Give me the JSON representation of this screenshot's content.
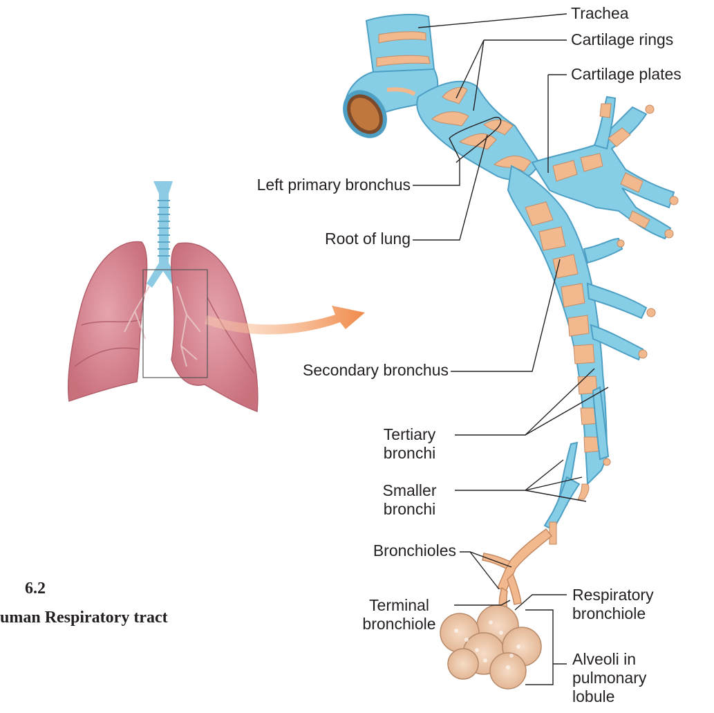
{
  "figure": {
    "number": "6.2",
    "caption": "uman Respiratory tract"
  },
  "labels": {
    "trachea": "Trachea",
    "cartilage_rings": "Cartilage rings",
    "cartilage_plates": "Cartilage plates",
    "left_primary_bronchus": "Left primary bronchus",
    "root_of_lung": "Root of lung",
    "secondary_bronchus": "Secondary bronchus",
    "tertiary_bronchi": [
      "Tertiary",
      "bronchi"
    ],
    "smaller_bronchi": [
      "Smaller",
      "bronchi"
    ],
    "bronchioles": "Bronchioles",
    "terminal_bronchiole": [
      "Terminal",
      "bronchiole"
    ],
    "respiratory_bronchiole": [
      "Respiratory",
      "bronchiole"
    ],
    "alveoli": [
      "Alveoli in",
      "pulmonary",
      "lobule"
    ]
  },
  "colors": {
    "lung": "#d98a94",
    "airway_blue": "#7fc8e6",
    "cartilage_tan": "#f0b88c",
    "arrow": "#f08a4a",
    "leader_line": "#231f20"
  }
}
